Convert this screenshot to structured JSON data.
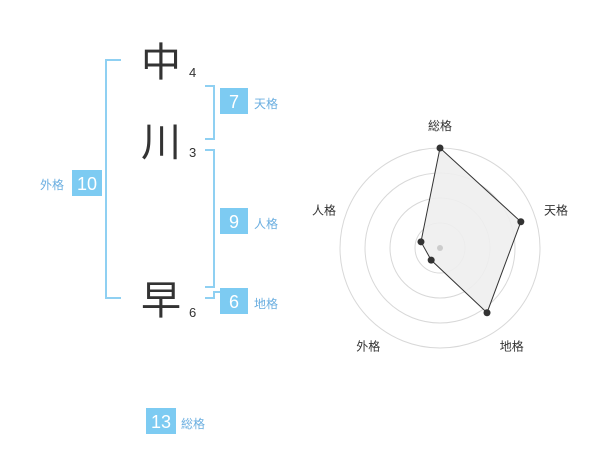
{
  "name": {
    "characters": [
      {
        "char": "中",
        "strokes": "4"
      },
      {
        "char": "川",
        "strokes": "3"
      },
      {
        "char": "早",
        "strokes": "6"
      }
    ]
  },
  "fortunes": {
    "tenkaku": {
      "label": "天格",
      "value": "7"
    },
    "jinkaku": {
      "label": "人格",
      "value": "9"
    },
    "chikaku": {
      "label": "地格",
      "value": "6"
    },
    "gaikaku": {
      "label": "外格",
      "value": "10"
    },
    "soukaku": {
      "label": "総格",
      "value": "13"
    }
  },
  "chart_data": {
    "type": "radar",
    "axes": [
      "総格",
      "天格",
      "地格",
      "外格",
      "人格"
    ],
    "values": [
      4.0,
      3.4,
      3.2,
      0.6,
      0.8
    ],
    "range": [
      0,
      4
    ],
    "grid_rings": 4
  }
}
